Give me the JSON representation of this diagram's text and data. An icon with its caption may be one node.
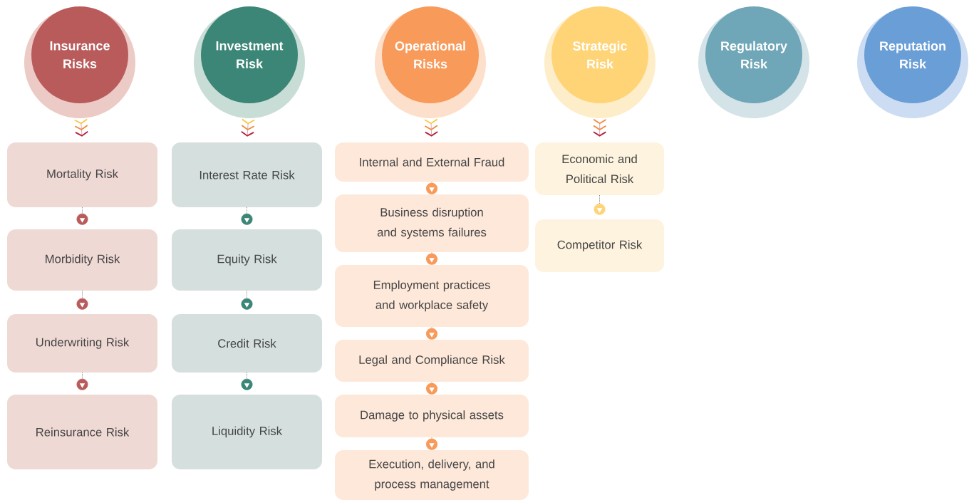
{
  "diagram": {
    "nodes": [
      {
        "text": [
          "Insurance Risks"
        ]
      },
      {
        "text": [
          "Investment Risk"
        ]
      },
      {
        "text": [
          "Operational Risks"
        ]
      },
      {
        "text": [
          "Strategic Risk"
        ]
      },
      {
        "text": [
          "Regulatory Risk"
        ]
      },
      {
        "text": [
          "Reputation Risk"
        ]
      },
      {
        "text": [
          "Mortality Risk"
        ]
      },
      {
        "text": [
          "Morbidity Risk"
        ]
      },
      {
        "text": [
          "Underwriting Risk"
        ]
      },
      {
        "text": [
          "Reinsurance Risk"
        ]
      },
      {
        "text": [
          "Interest Rate Risk"
        ]
      },
      {
        "text": [
          "Equity Risk"
        ]
      },
      {
        "text": [
          "Credit Risk"
        ]
      },
      {
        "text": [
          "Liquidity Risk"
        ]
      },
      {
        "text": [
          "Internal and External Fraud"
        ]
      },
      {
        "text": [
          "Business disruption and systems failures"
        ]
      },
      {
        "text": [
          "Employment practices and workplace safety"
        ]
      },
      {
        "text": [
          "Legal and Compliance Risk"
        ]
      },
      {
        "text": [
          "Damage to physical assets"
        ]
      },
      {
        "text": [
          "Execution, delivery, and process management"
        ]
      },
      {
        "text": [
          "Economic and Political Risk"
        ]
      },
      {
        "text": [
          "Competitor Risk"
        ]
      }
    ],
    "edges": [
      {
        "from": 0,
        "to": 6,
        "arrow": "to",
        "color": "#f7c948"
      },
      {
        "from": 6,
        "to": 7,
        "arrow": "to",
        "style": "dashed"
      },
      {
        "from": 7,
        "to": 8,
        "arrow": "to",
        "style": "dashed"
      },
      {
        "from": 8,
        "to": 9,
        "arrow": "to",
        "style": "dashed"
      },
      {
        "from": 1,
        "to": 10,
        "arrow": "to",
        "color": "#f7c948"
      },
      {
        "from": 10,
        "to": 11,
        "arrow": "to",
        "style": "dashed"
      },
      {
        "from": 11,
        "to": 12,
        "arrow": "to",
        "style": "dashed"
      },
      {
        "from": 12,
        "to": 13,
        "arrow": "to",
        "style": "dashed"
      },
      {
        "from": 2,
        "to": 14,
        "arrow": "to",
        "color": "#f7c948"
      },
      {
        "from": 14,
        "to": 15,
        "arrow": "to",
        "color": "#f89a5a"
      },
      {
        "from": 15,
        "to": 16,
        "arrow": "to",
        "color": "#f89a5a"
      },
      {
        "from": 16,
        "to": 17,
        "arrow": "to",
        "color": "#f89a5a"
      },
      {
        "from": 17,
        "to": 18,
        "arrow": "to",
        "color": "#f89a5a"
      },
      {
        "from": 18,
        "to": 19,
        "arrow": "to",
        "color": "#f89a5a"
      },
      {
        "from": 3,
        "to": 20,
        "arrow": "to",
        "color": "#f0873a"
      },
      {
        "from": 20,
        "to": 21,
        "arrow": "to",
        "style": "dashed"
      }
    ]
  }
}
